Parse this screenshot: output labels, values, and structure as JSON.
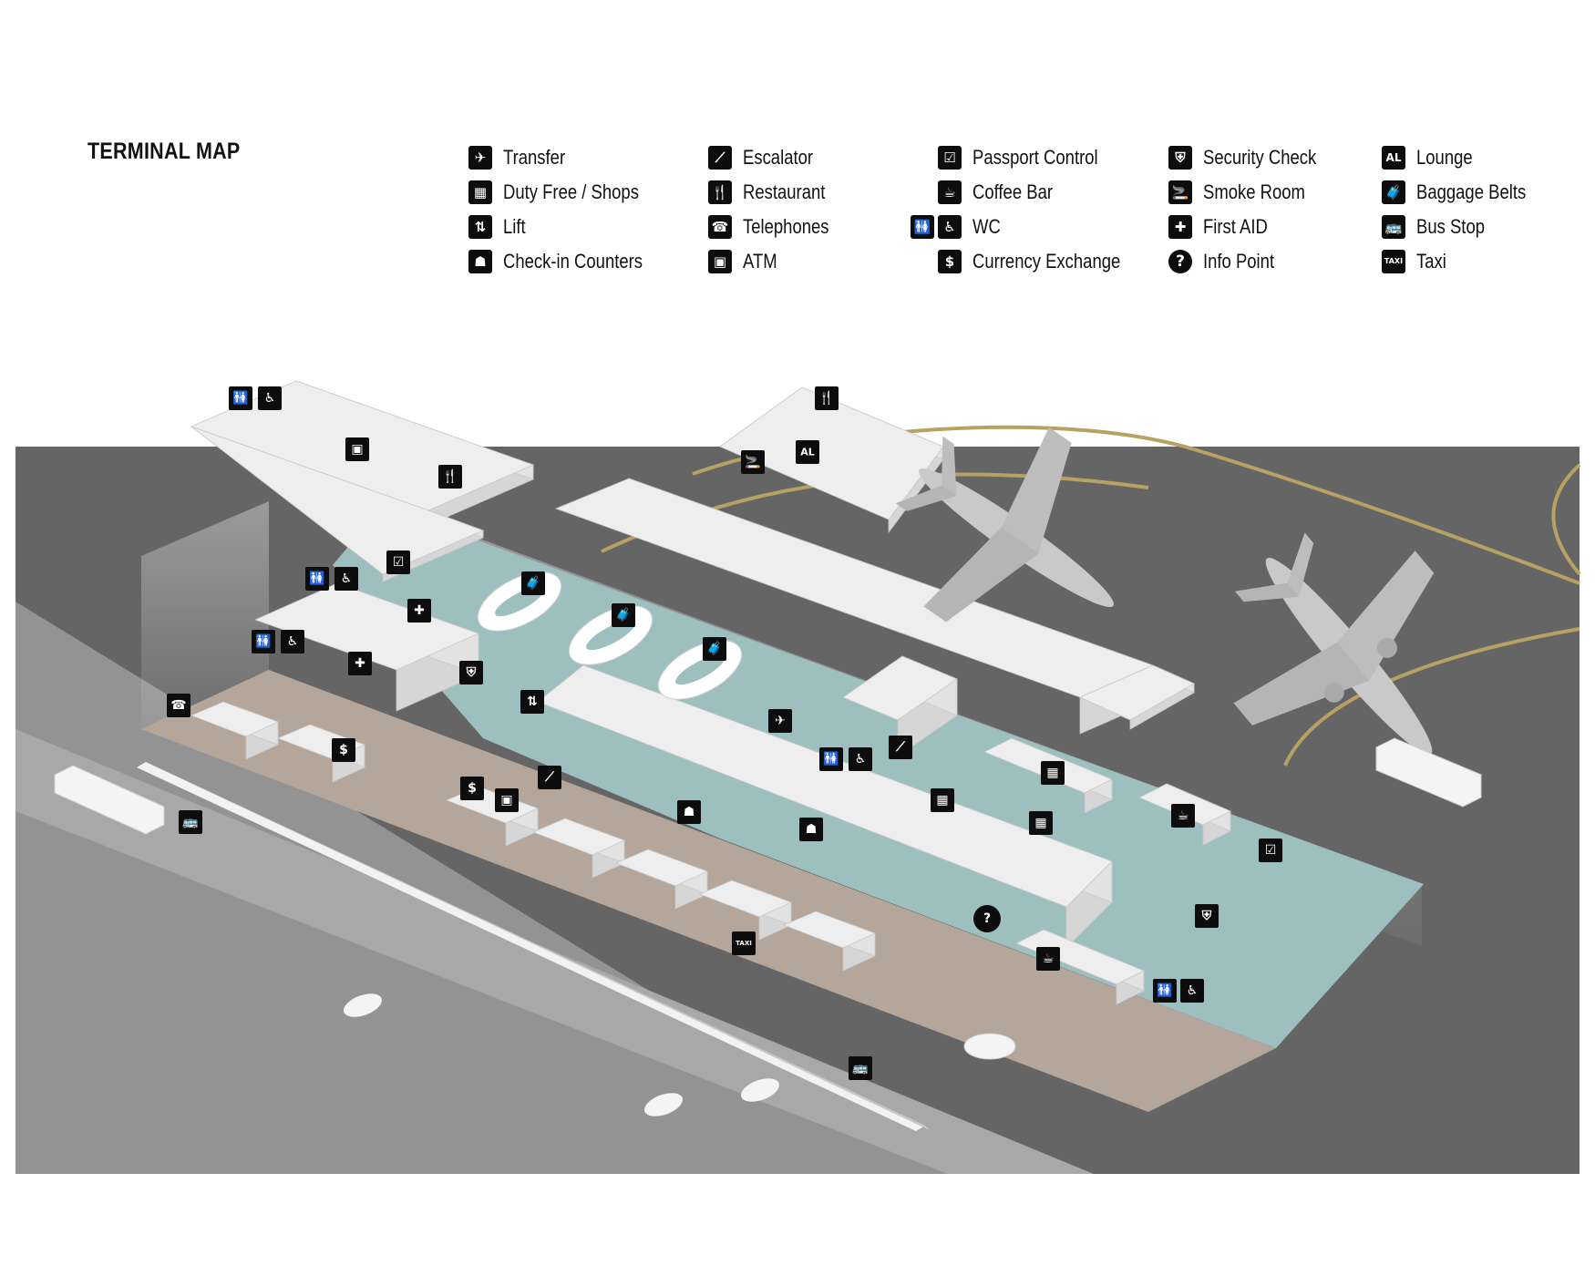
{
  "title": "TERMINAL MAP",
  "legend": [
    {
      "label": "Transfer",
      "icons": [
        "transfer-icon"
      ],
      "glyphs": [
        "✈"
      ]
    },
    {
      "label": "Duty Free / Shops",
      "icons": [
        "shopping-bags-icon"
      ],
      "glyphs": [
        "▦"
      ]
    },
    {
      "label": "Lift",
      "icons": [
        "lift-icon"
      ],
      "glyphs": [
        "⇅"
      ]
    },
    {
      "label": "Check-in Counters",
      "icons": [
        "check-in-icon"
      ],
      "glyphs": [
        "☗"
      ]
    },
    {
      "label": "Escalator",
      "icons": [
        "escalator-icon"
      ],
      "glyphs": [
        "⟋"
      ]
    },
    {
      "label": "Restaurant",
      "icons": [
        "fork-knife-icon"
      ],
      "glyphs": [
        "🍴"
      ]
    },
    {
      "label": "Telephones",
      "icons": [
        "telephone-icon"
      ],
      "glyphs": [
        "☎"
      ]
    },
    {
      "label": "ATM",
      "icons": [
        "atm-icon"
      ],
      "glyphs": [
        "▣"
      ]
    },
    {
      "label": "Passport Control",
      "icons": [
        "passport-control-icon"
      ],
      "glyphs": [
        "☑"
      ]
    },
    {
      "label": "Coffee Bar",
      "icons": [
        "coffee-cup-icon"
      ],
      "glyphs": [
        "☕"
      ]
    },
    {
      "label": "WC",
      "icons": [
        "restroom-icon",
        "wheelchair-icon"
      ],
      "glyphs": [
        "🚻",
        "♿"
      ]
    },
    {
      "label": "Currency Exchange",
      "icons": [
        "currency-exchange-icon"
      ],
      "glyphs": [
        "$"
      ]
    },
    {
      "label": "Security Check",
      "icons": [
        "security-check-icon"
      ],
      "glyphs": [
        "⛨"
      ]
    },
    {
      "label": "Smoke Room",
      "icons": [
        "cigarette-icon"
      ],
      "glyphs": [
        "🚬"
      ]
    },
    {
      "label": "First AID",
      "icons": [
        "first-aid-icon"
      ],
      "glyphs": [
        "✚"
      ]
    },
    {
      "label": "Info Point",
      "icons": [
        "info-question-icon"
      ],
      "glyphs": [
        "?"
      ],
      "round": true
    },
    {
      "label": "Lounge",
      "icons": [
        "lounge-icon"
      ],
      "glyphs": [
        "AL"
      ]
    },
    {
      "label": "Baggage Belts",
      "icons": [
        "baggage-icon"
      ],
      "glyphs": [
        "🧳"
      ]
    },
    {
      "label": "Bus Stop",
      "icons": [
        "bus-icon"
      ],
      "glyphs": [
        "🚌"
      ]
    },
    {
      "label": "Taxi",
      "icons": [
        "taxi-icon"
      ],
      "glyphs": [
        "TAXI"
      ]
    }
  ],
  "colors": {
    "tarmac": "#656565",
    "road": "#939393",
    "road_light": "#a8a8a8",
    "landside_floor": "#b4a69a",
    "airside_floor": "#9ebfbf",
    "building": "#eeeeee",
    "building_side": "#d6d6d6",
    "taxiline": "#b7a264",
    "marker": "#0d0d0d"
  },
  "map_markers": [
    {
      "icon": "restroom-icon",
      "glyph": "🚻"
    },
    {
      "icon": "wheelchair-icon",
      "glyph": "♿"
    },
    {
      "icon": "atm-icon",
      "glyph": "▣"
    },
    {
      "icon": "fork-knife-icon",
      "glyph": "🍴"
    },
    {
      "icon": "fork-knife-icon",
      "glyph": "🍴"
    },
    {
      "icon": "cigarette-icon",
      "glyph": "🚬"
    },
    {
      "icon": "lounge-icon",
      "glyph": "AL"
    },
    {
      "icon": "passport-control-icon",
      "glyph": "☑"
    },
    {
      "icon": "restroom-icon",
      "glyph": "🚻"
    },
    {
      "icon": "wheelchair-icon",
      "glyph": "♿"
    },
    {
      "icon": "first-aid-icon",
      "glyph": "✚"
    },
    {
      "icon": "restroom-icon",
      "glyph": "🚻"
    },
    {
      "icon": "wheelchair-icon",
      "glyph": "♿"
    },
    {
      "icon": "first-aid-icon",
      "glyph": "✚"
    },
    {
      "icon": "baggage-icon",
      "glyph": "🧳"
    },
    {
      "icon": "baggage-icon",
      "glyph": "🧳"
    },
    {
      "icon": "baggage-icon",
      "glyph": "🧳"
    },
    {
      "icon": "security-check-icon",
      "glyph": "⛨"
    },
    {
      "icon": "telephone-icon",
      "glyph": "☎"
    },
    {
      "icon": "lift-icon",
      "glyph": "⇅"
    },
    {
      "icon": "currency-exchange-icon",
      "glyph": "$"
    },
    {
      "icon": "transfer-icon",
      "glyph": "✈"
    },
    {
      "icon": "escalator-icon",
      "glyph": "⟋"
    },
    {
      "icon": "escalator-icon",
      "glyph": "⟋"
    },
    {
      "icon": "restroom-icon",
      "glyph": "🚻"
    },
    {
      "icon": "wheelchair-icon",
      "glyph": "♿"
    },
    {
      "icon": "shopping-bags-icon",
      "glyph": "▦"
    },
    {
      "icon": "check-in-icon",
      "glyph": "☗"
    },
    {
      "icon": "currency-exchange-icon",
      "glyph": "$"
    },
    {
      "icon": "atm-icon",
      "glyph": "▣"
    },
    {
      "icon": "check-in-icon",
      "glyph": "☗"
    },
    {
      "icon": "shopping-bags-icon",
      "glyph": "▦"
    },
    {
      "icon": "shopping-bags-icon",
      "glyph": "▦"
    },
    {
      "icon": "coffee-cup-icon",
      "glyph": "☕"
    },
    {
      "icon": "passport-control-icon",
      "glyph": "☑"
    },
    {
      "icon": "bus-icon",
      "glyph": "🚌"
    },
    {
      "icon": "security-check-icon",
      "glyph": "⛨"
    },
    {
      "icon": "info-question-icon",
      "glyph": "?",
      "round": true
    },
    {
      "icon": "taxi-icon",
      "glyph": "TAXI"
    },
    {
      "icon": "coffee-cup-icon",
      "glyph": "☕"
    },
    {
      "icon": "restroom-icon",
      "glyph": "🚻"
    },
    {
      "icon": "wheelchair-icon",
      "glyph": "♿"
    },
    {
      "icon": "bus-icon",
      "glyph": "🚌"
    }
  ]
}
